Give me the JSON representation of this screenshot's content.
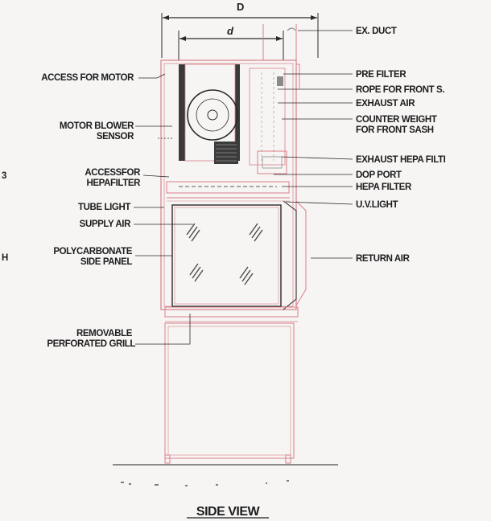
{
  "dimensions": {
    "outer": "D",
    "inner": "d"
  },
  "title": "SIDE VIEW",
  "left_labels": [
    {
      "lines": [
        "ACCESS FOR MOTOR"
      ]
    },
    {
      "lines": [
        "MOTOR BLOWER",
        "SENSOR"
      ]
    },
    {
      "lines": [
        "ACCESSFOR",
        "HEPAFILTER"
      ]
    },
    {
      "lines": [
        "TUBE LIGHT",
        "SUPPLY AIR"
      ]
    },
    {
      "lines": [
        "POLYCARBONATE",
        "SIDE PANEL"
      ]
    },
    {
      "lines": [
        "REMOVABLE",
        "PERFORATED GRILL"
      ]
    }
  ],
  "right_labels": [
    {
      "lines": [
        "EX. DUCT"
      ]
    },
    {
      "lines": [
        "PRE FILTER"
      ]
    },
    {
      "lines": [
        "ROPE FOR FRONT S."
      ]
    },
    {
      "lines": [
        "EXHAUST AIR"
      ]
    },
    {
      "lines": [
        "COUNTER WEIGHT",
        "FOR FRONT SASH"
      ]
    },
    {
      "lines": [
        "EXHAUST HEPA FILTI"
      ]
    },
    {
      "lines": [
        "DOP PORT"
      ]
    },
    {
      "lines": [
        "HEPA FILTER"
      ]
    },
    {
      "lines": [
        "U.V.LIGHT"
      ]
    },
    {
      "lines": [
        "RETURN AIR"
      ]
    }
  ],
  "edge_fragments": [
    "3",
    "H"
  ]
}
